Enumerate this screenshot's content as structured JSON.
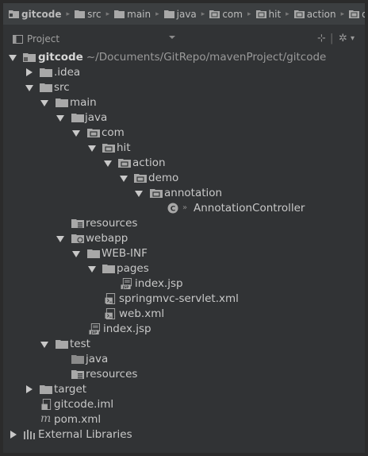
{
  "breadcrumb": [
    {
      "label": "gitcode",
      "icon": "module-folder-icon"
    },
    {
      "label": "src",
      "icon": "folder-icon"
    },
    {
      "label": "main",
      "icon": "folder-icon"
    },
    {
      "label": "java",
      "icon": "source-folder-icon"
    },
    {
      "label": "com",
      "icon": "package-icon"
    },
    {
      "label": "hit",
      "icon": "package-icon"
    },
    {
      "label": "action",
      "icon": "package-icon"
    },
    {
      "label": "demo",
      "icon": "package-icon"
    }
  ],
  "panel": {
    "title": "Project",
    "settings_icon": "gear-icon",
    "collapse_icon": "collapse-icon"
  },
  "tree": {
    "root_name": "gitcode",
    "root_path": "~/Documents/GitRepo/mavenProject/gitcode",
    "idea": ".idea",
    "src": "src",
    "main": "main",
    "java": "java",
    "com": "com",
    "hit": "hit",
    "action": "action",
    "demo": "demo",
    "annotation": "annotation",
    "controller": "AnnotationController",
    "resources": "resources",
    "webapp": "webapp",
    "webinf": "WEB-INF",
    "pages": "pages",
    "pages_index": "index.jsp",
    "springmvc": "springmvc-servlet.xml",
    "webxml": "web.xml",
    "webapp_index": "index.jsp",
    "test": "test",
    "test_java": "java",
    "test_resources": "resources",
    "target": "target",
    "iml": "gitcode.iml",
    "pom": "pom.xml",
    "external": "External Libraries"
  },
  "colors": {
    "background": "#313335",
    "text": "#c8c8c8",
    "path_text": "#9a9a9a",
    "folder": "#a8a8a8"
  }
}
